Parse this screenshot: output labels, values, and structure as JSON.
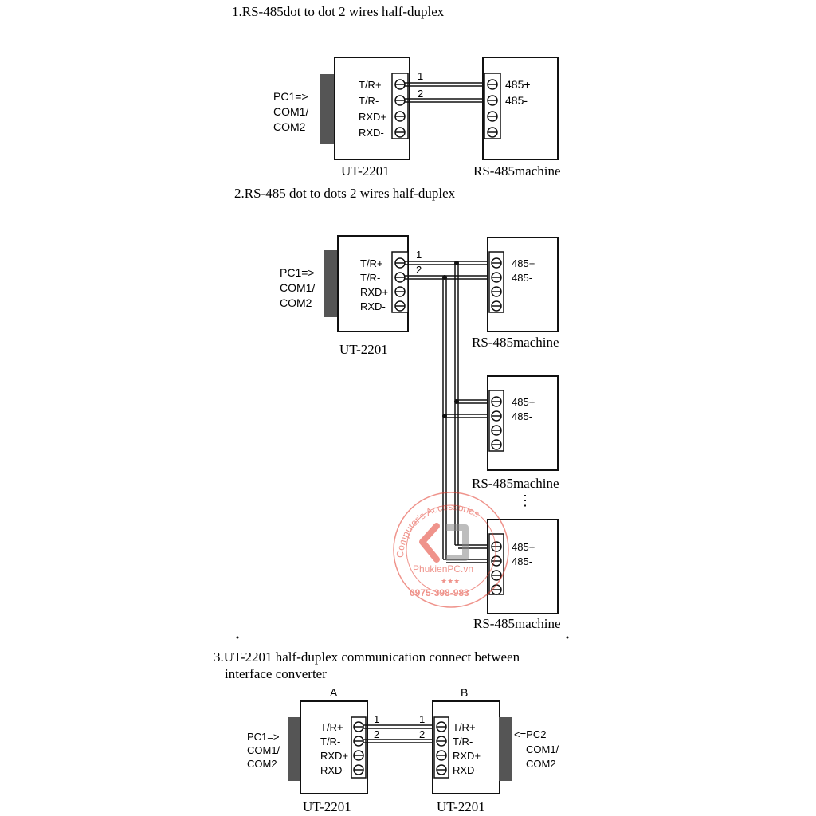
{
  "sections": [
    {
      "title": "1.RS-485dot to dot 2 wires half-duplex"
    },
    {
      "title": "2.RS-485 dot to dots 2 wires half-duplex"
    },
    {
      "title_line1": "3.UT-2201 half-duplex communication connect between",
      "title_line2": "interface converter"
    }
  ],
  "converter": {
    "model": "UT-2201",
    "pins": [
      "T/R+",
      "T/R-",
      "RXD+",
      "RXD-"
    ],
    "pc_label": [
      "PC1=>",
      "COM1/",
      "COM2"
    ]
  },
  "machine": {
    "label": "RS-485machine",
    "pins": [
      "485+",
      "485-"
    ]
  },
  "wire_labels": [
    "1",
    "2"
  ],
  "ellipsis": "⋮",
  "section3": {
    "left_header": "A",
    "right_header": "B",
    "right_pc_label": [
      "<=PC2",
      "COM1/",
      "COM2"
    ]
  },
  "watermark": {
    "arc_text": "Computer's Accessories",
    "site": "PhukienPC.vn",
    "phone": "0975-398-983",
    "stars": "★★★",
    "color": "#e23b2e"
  },
  "colors": {
    "line": "#111111",
    "connector": "#555555"
  }
}
